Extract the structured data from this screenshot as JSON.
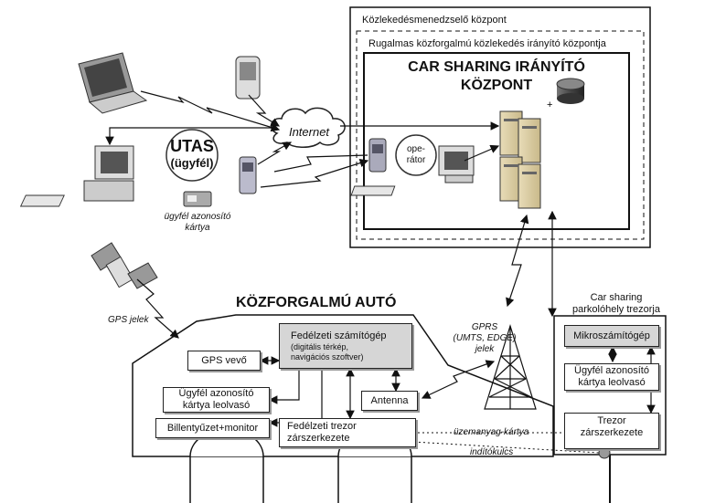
{
  "center": {
    "outer_title": "Közlekedésmenedzselő központ",
    "inner_title": "Rugalmas közforgalmú közlekedés irányító központja",
    "main_title_1": "CAR SHARING IRÁNYÍTÓ",
    "main_title_2": "KÖZPONT",
    "operator_1": "ope-",
    "operator_2": "rátor"
  },
  "network": {
    "internet": "Internet"
  },
  "user": {
    "title": "UTAS",
    "subtitle": "(ügyfél)",
    "card_1": "ügyfél azonosító",
    "card_2": "kártya"
  },
  "gps": {
    "label": "GPS jelek"
  },
  "car": {
    "title": "KÖZFORGALMÚ AUTÓ",
    "onboard_1": "Fedélzeti számítógép",
    "onboard_2": "(digitális térkép,",
    "onboard_3": "navigációs szoftver)",
    "gps_receiver": "GPS vevő",
    "card_reader_1": "Ügyfél azonosító",
    "card_reader_2": "kártya leolvasó",
    "antenna": "Antenna",
    "keyboard": "Billentyűzet+monitor",
    "safe_1": "Fedélzeti trezor",
    "safe_2": "zárszerkezete",
    "fuel_card": "üzemanyag-kártya",
    "ignition_key": "indítókulcs"
  },
  "gprs": {
    "line_1": "GPRS",
    "line_2": "(UMTS, EDGE)",
    "line_3": "jelek"
  },
  "parking": {
    "title_1": "Car sharing",
    "title_2": "parkolóhely trezorja",
    "micro": "Mikroszámítógép",
    "reader_1": "Ügyfél azonosító",
    "reader_2": "kártya leolvasó",
    "lock_1": "Trezor",
    "lock_2": "zárszerkezete"
  }
}
